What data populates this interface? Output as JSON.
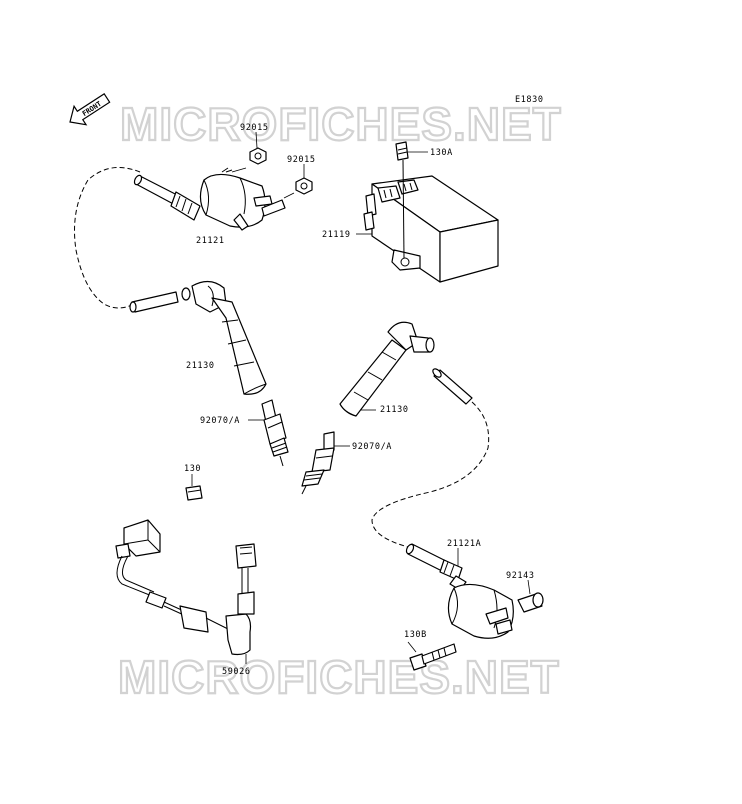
{
  "diagram": {
    "code": "E1830",
    "front_arrow": "FRONT",
    "watermark": "MICROFICHES.NET",
    "parts": [
      {
        "key": "p92015a",
        "number": "92015"
      },
      {
        "key": "p92015b",
        "number": "92015"
      },
      {
        "key": "p130a",
        "number": "130A"
      },
      {
        "key": "p21119",
        "number": "21119"
      },
      {
        "key": "p21121",
        "number": "21121"
      },
      {
        "key": "p21130a",
        "number": "21130"
      },
      {
        "key": "p21130b",
        "number": "21130"
      },
      {
        "key": "p92070a",
        "number": "92070/A"
      },
      {
        "key": "p92070b",
        "number": "92070/A"
      },
      {
        "key": "p130",
        "number": "130"
      },
      {
        "key": "p21121a",
        "number": "21121A"
      },
      {
        "key": "p92143",
        "number": "92143"
      },
      {
        "key": "p130b",
        "number": "130B"
      },
      {
        "key": "p59026",
        "number": "59026"
      }
    ]
  }
}
